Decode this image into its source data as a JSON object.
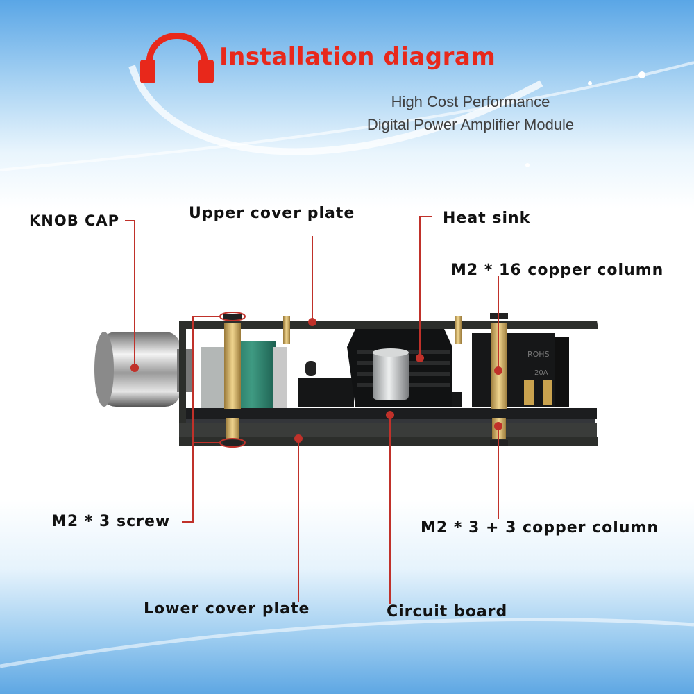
{
  "header": {
    "title": "Installation diagram",
    "subtitle_line1": "High Cost Performance",
    "subtitle_line2": "Digital Power Amplifier Module"
  },
  "labels": {
    "knob_cap": "KNOB CAP",
    "upper_cover_plate": "Upper cover plate",
    "heat_sink": "Heat sink",
    "copper_column_16": "M2 * 16 copper column",
    "screw_3": "M2 * 3 screw",
    "copper_column_3_3": "M2 * 3 + 3 copper column",
    "lower_cover_plate": "Lower cover plate",
    "circuit_board": "Circuit board"
  },
  "component_text": {
    "jack_marking": "ROHS",
    "jack_code": "20A"
  },
  "colors": {
    "accent_red": "#e8281b",
    "leader_red": "#c0312a",
    "plate": "#2c2e2b",
    "pcb": "#1c1d1f",
    "copper": "#d7b46a",
    "sky_blue": "#5aa6e6"
  },
  "icons": {
    "header_logo": "headphones-icon"
  }
}
